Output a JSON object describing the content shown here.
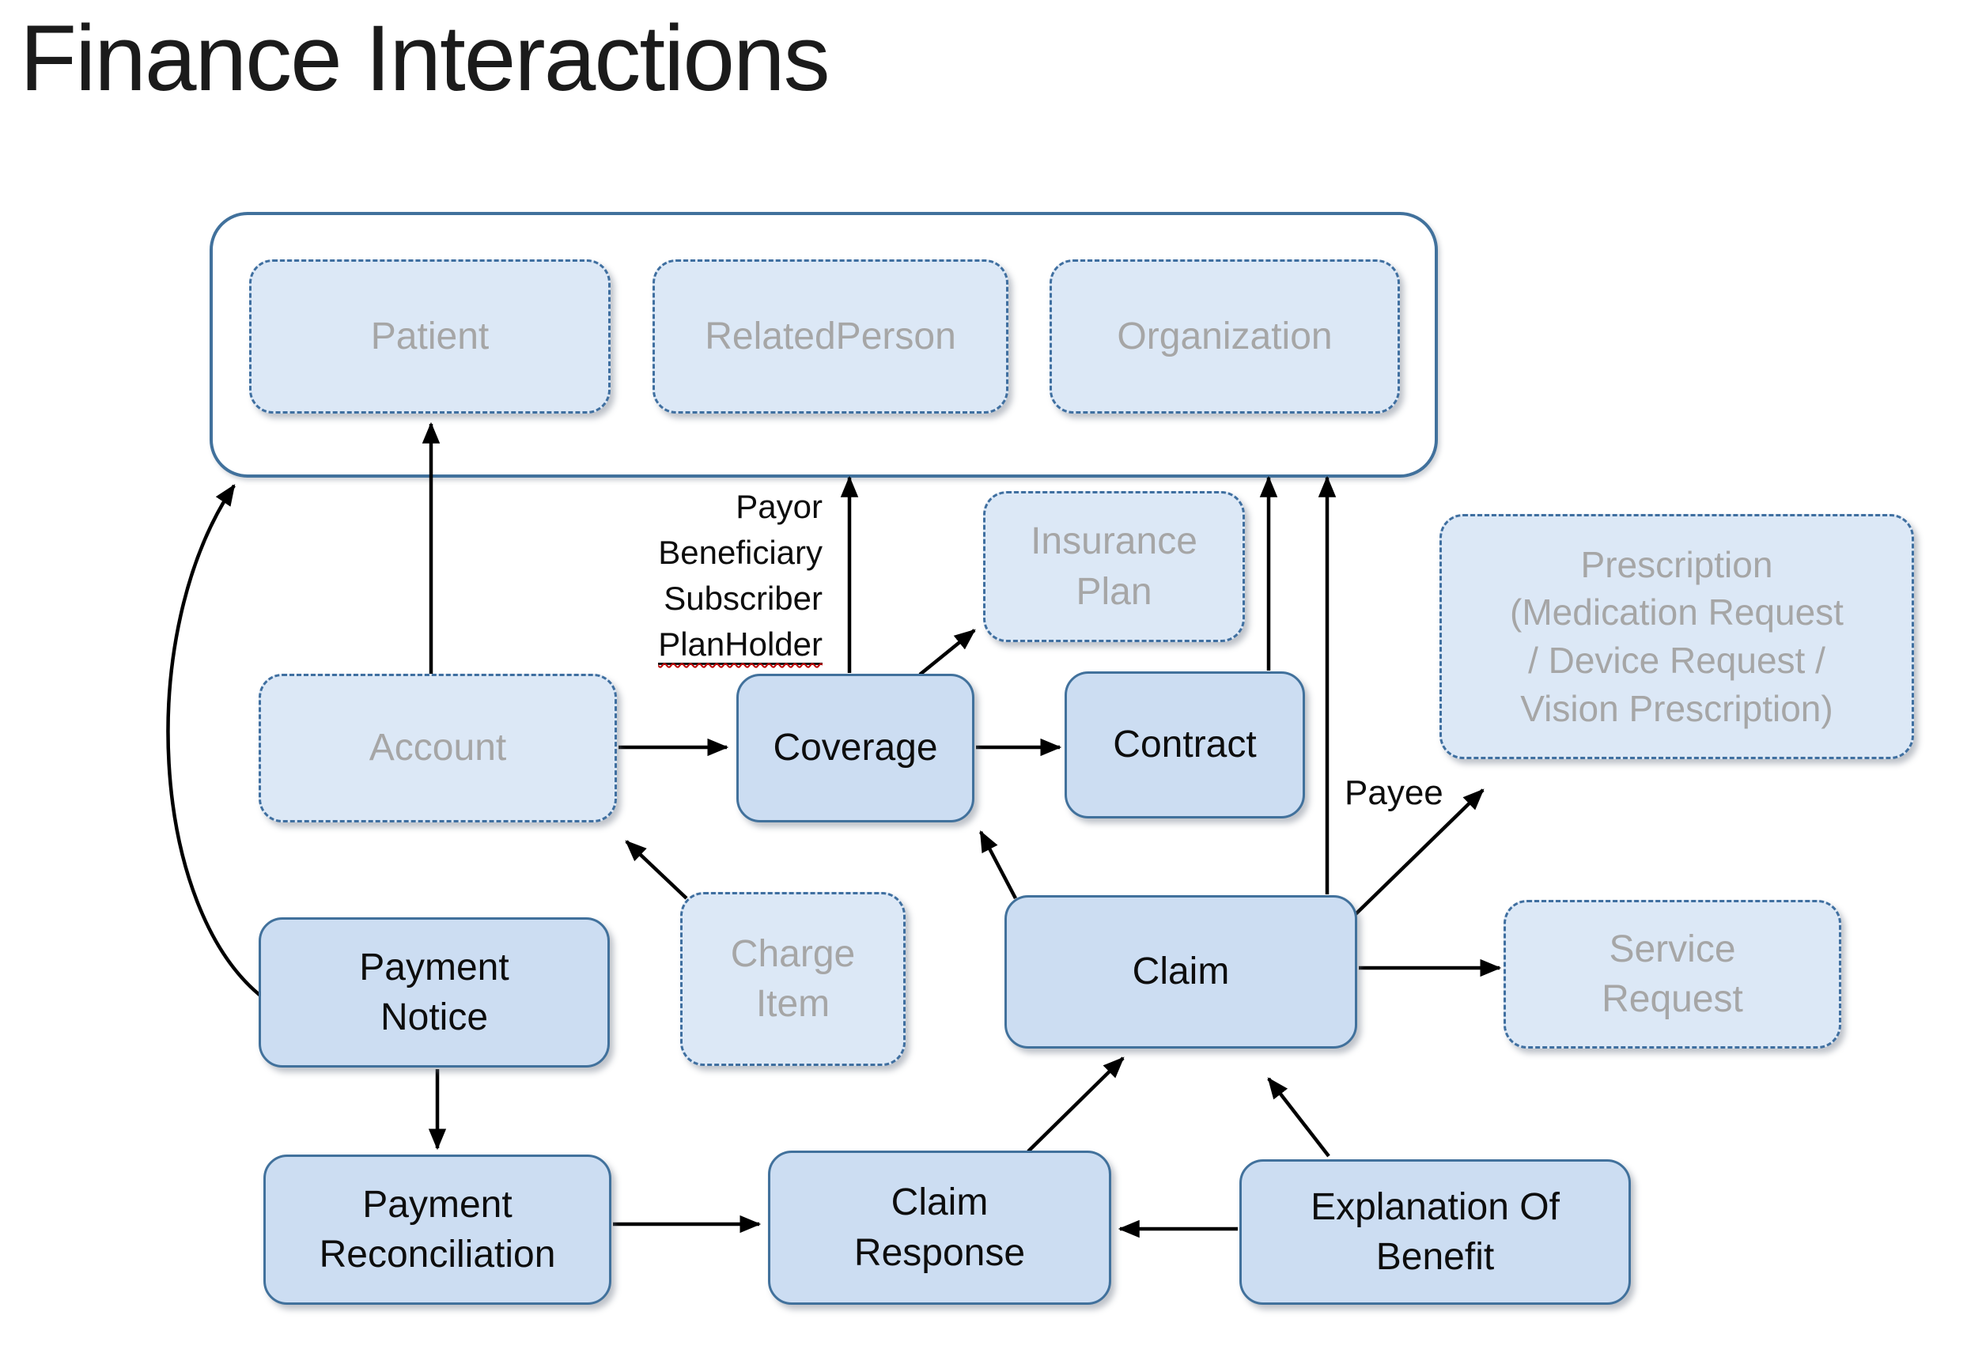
{
  "title": "Finance Interactions",
  "colors": {
    "box_border_blue": "#41719C",
    "solid_box_fill": "#CCDDF2",
    "dashed_box_fill": "#DCE8F6",
    "muted_gray_text": "#A6A6A6",
    "arrow_black": "#000000",
    "spellcheck_squiggle_red": "#C00000"
  },
  "nodes": {
    "patient": {
      "label": "Patient",
      "style": "dashed"
    },
    "related_person": {
      "label": "RelatedPerson",
      "style": "dashed"
    },
    "organization": {
      "label": "Organization",
      "style": "dashed"
    },
    "insurance_plan": {
      "label": "Insurance\nPlan",
      "style": "dashed"
    },
    "prescription": {
      "label": "Prescription\n(Medication Request\n/ Device Request /\nVision Prescription)",
      "style": "dashed"
    },
    "account": {
      "label": "Account",
      "style": "dashed"
    },
    "coverage": {
      "label": "Coverage",
      "style": "solid"
    },
    "contract": {
      "label": "Contract",
      "style": "solid"
    },
    "charge_item": {
      "label": "Charge\nItem",
      "style": "dashed"
    },
    "claim": {
      "label": "Claim",
      "style": "solid"
    },
    "service_request": {
      "label": "Service\nRequest",
      "style": "dashed"
    },
    "payment_notice": {
      "label": "Payment\nNotice",
      "style": "solid"
    },
    "payment_reconciliation": {
      "label": "Payment\nReconciliation",
      "style": "solid"
    },
    "claim_response": {
      "label": "Claim\nResponse",
      "style": "solid"
    },
    "explanation_of_benefit": {
      "label": "Explanation Of\nBenefit",
      "style": "solid"
    }
  },
  "annotations": {
    "coverage_actor_lines": [
      "Payor",
      "Beneficiary",
      "Subscriber",
      "PlanHolder"
    ],
    "payee_label": "Payee"
  },
  "edges": [
    {
      "from": "account",
      "to": "patient"
    },
    {
      "from": "account",
      "to": "coverage"
    },
    {
      "from": "coverage",
      "to": "actors-group",
      "label": "Payor Beneficiary Subscriber PlanHolder"
    },
    {
      "from": "coverage",
      "to": "insurance-plan"
    },
    {
      "from": "coverage",
      "to": "contract"
    },
    {
      "from": "contract",
      "to": "actors-group"
    },
    {
      "from": "claim",
      "to": "actors-group"
    },
    {
      "from": "claim",
      "to": "prescription",
      "label": "Payee"
    },
    {
      "from": "claim",
      "to": "coverage"
    },
    {
      "from": "claim",
      "to": "service-request"
    },
    {
      "from": "charge-item",
      "to": "account"
    },
    {
      "from": "payment-notice",
      "to": "actors-group"
    },
    {
      "from": "payment-notice",
      "to": "payment-reconciliation"
    },
    {
      "from": "payment-reconciliation",
      "to": "claim-response"
    },
    {
      "from": "claim-response",
      "to": "claim"
    },
    {
      "from": "explanation-of-benefit",
      "to": "claim-response"
    },
    {
      "from": "explanation-of-benefit",
      "to": "claim"
    }
  ]
}
